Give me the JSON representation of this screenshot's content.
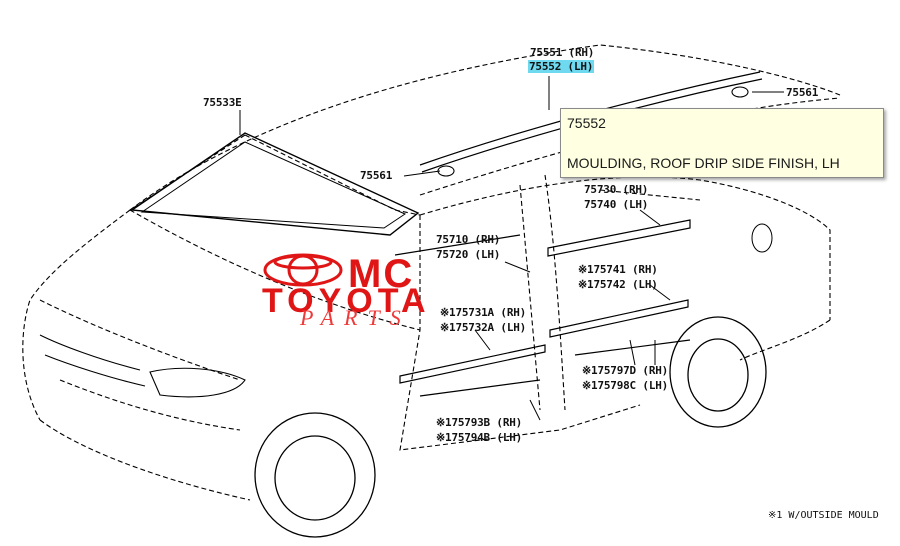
{
  "callout": {
    "part_number": "75552",
    "description": "MOULDING, ROOF DRIP SIDE FINISH, LH"
  },
  "labels": {
    "p75551": "75551 (RH)",
    "p75552": "75552 (LH)",
    "p75561_right": "75561",
    "p75533": "75533E",
    "p75561_left": "75561",
    "p75730": "75730 (RH)",
    "p75740": "75740 (LH)",
    "p75710": "75710 (RH)",
    "p75720": "75720 (LH)",
    "p175741": "※175741 (RH)",
    "p175742": "※175742 (LH)",
    "p175731": "※175731A (RH)",
    "p175732": "※175732A (LH)",
    "p175797": "※175797D (RH)",
    "p175798": "※175798C (LH)",
    "p175793": "※175793B (RH)",
    "p175794": "※175794B (LH)"
  },
  "footnote": "※1 W/OUTSIDE MOULD",
  "watermark": {
    "line1": "MC",
    "line2": "TOYOTA",
    "line3": "PARTS"
  },
  "colors": {
    "highlight": "#6fd9f0",
    "watermark": "#e01616",
    "callout_bg": "#ffffe1"
  }
}
